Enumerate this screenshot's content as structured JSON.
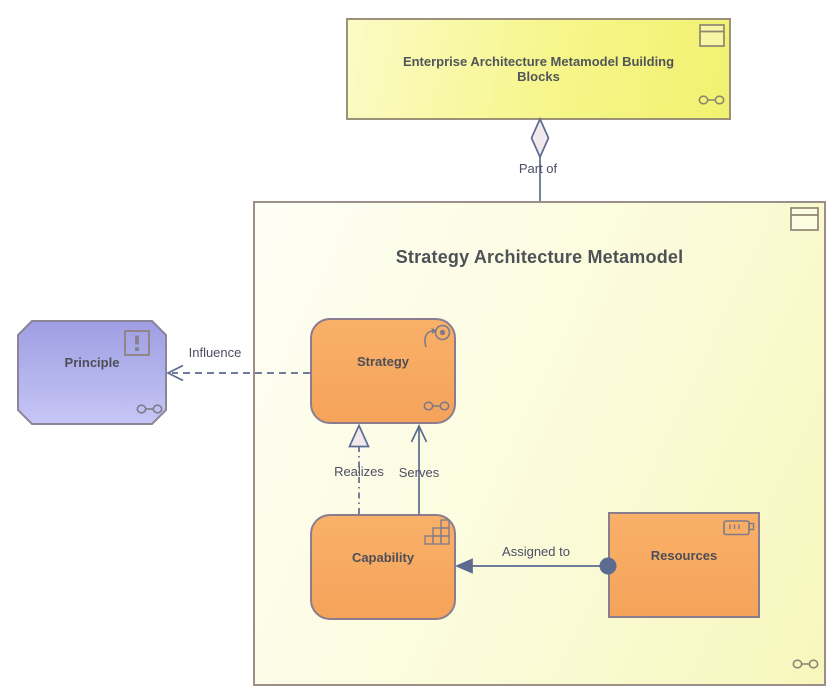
{
  "top_box": {
    "label": "Enterprise Architecture Metamodel Building Blocks",
    "icons": [
      "window-icon",
      "link-icon"
    ]
  },
  "group_box": {
    "title": "Strategy Architecture Metamodel",
    "icons": [
      "window-icon",
      "link-icon"
    ]
  },
  "elements": {
    "principle": {
      "label": "Principle",
      "type": "principle",
      "icons": [
        "exclamation-icon",
        "link-icon"
      ]
    },
    "strategy": {
      "label": "Strategy",
      "type": "course-of-action",
      "icons": [
        "course-of-action-icon",
        "link-icon"
      ]
    },
    "capability": {
      "label": "Capability",
      "type": "capability",
      "icons": [
        "capability-grid-icon"
      ]
    },
    "resources": {
      "label": "Resources",
      "type": "resource",
      "icons": [
        "resource-icon"
      ]
    }
  },
  "relationships": {
    "part_of": {
      "label": "Part of",
      "type": "aggregation"
    },
    "influence": {
      "label": "Influence",
      "type": "influence"
    },
    "realizes": {
      "label": "Realizes",
      "type": "realization"
    },
    "serves": {
      "label": "Serves",
      "type": "serving"
    },
    "assigned_to": {
      "label": "Assigned to",
      "type": "assignment"
    }
  },
  "colors": {
    "background": "#ffffff",
    "yellow_fill_start": "#fbfbc6",
    "yellow_fill_end": "#f1f170",
    "group_fill_start": "#fefef6",
    "group_fill_end": "#f7f7bc",
    "orange_fill_start": "#f9b069",
    "orange_fill_end": "#f5a35a",
    "principle_fill_start": "#9e9ee3",
    "principle_fill_end": "#c6c6f6",
    "connector": "#5c6b90",
    "hollow_marker_fill": "#f2e9ec",
    "element_border": "#8b7d8e",
    "yellow_border": "#9b9078",
    "label_text": "#4b4e63",
    "element_text": "#4e4e57"
  }
}
